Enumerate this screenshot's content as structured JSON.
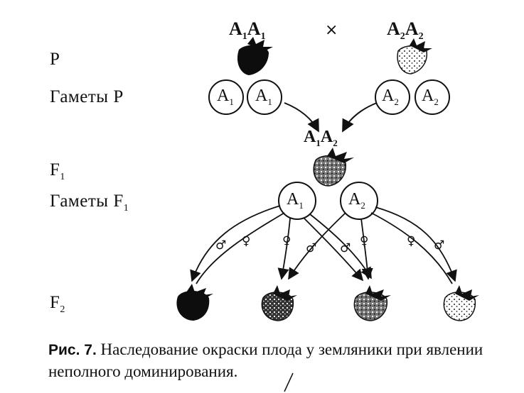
{
  "labels": {
    "p": "P",
    "gametes_p": "Гаметы P",
    "f1": "F",
    "f1_sub": "1",
    "gametes_f1": "Гаметы F",
    "gametes_f1_sub": "1",
    "f2": "F",
    "f2_sub": "2"
  },
  "parents": {
    "left_genotype": "A",
    "left_sub1": "1",
    "left_genotype2": "A",
    "left_sub2": "1",
    "cross_sign": "×",
    "right_genotype": "A",
    "right_sub1": "2",
    "right_genotype2": "A",
    "right_sub2": "2"
  },
  "gametes_p": [
    {
      "letter": "A",
      "sub": "1"
    },
    {
      "letter": "A",
      "sub": "1"
    },
    {
      "letter": "A",
      "sub": "2"
    },
    {
      "letter": "A",
      "sub": "2"
    }
  ],
  "f1": {
    "genotype_a": "A",
    "sub_a": "1",
    "genotype_b": "A",
    "sub_b": "2"
  },
  "gametes_f1": [
    {
      "letter": "A",
      "sub": "1"
    },
    {
      "letter": "A",
      "sub": "2"
    }
  ],
  "symbols": {
    "male": "♂",
    "female": "♀"
  },
  "fruit_colors": {
    "dark": "#111111",
    "dark_medium": "#2a2a2a",
    "medium": "#555555",
    "light": "#f4f4f4"
  },
  "caption": {
    "figure": "Рис. 7.",
    "text": " Наследование окраски плода у земляники при явлении неполного доминирования."
  }
}
